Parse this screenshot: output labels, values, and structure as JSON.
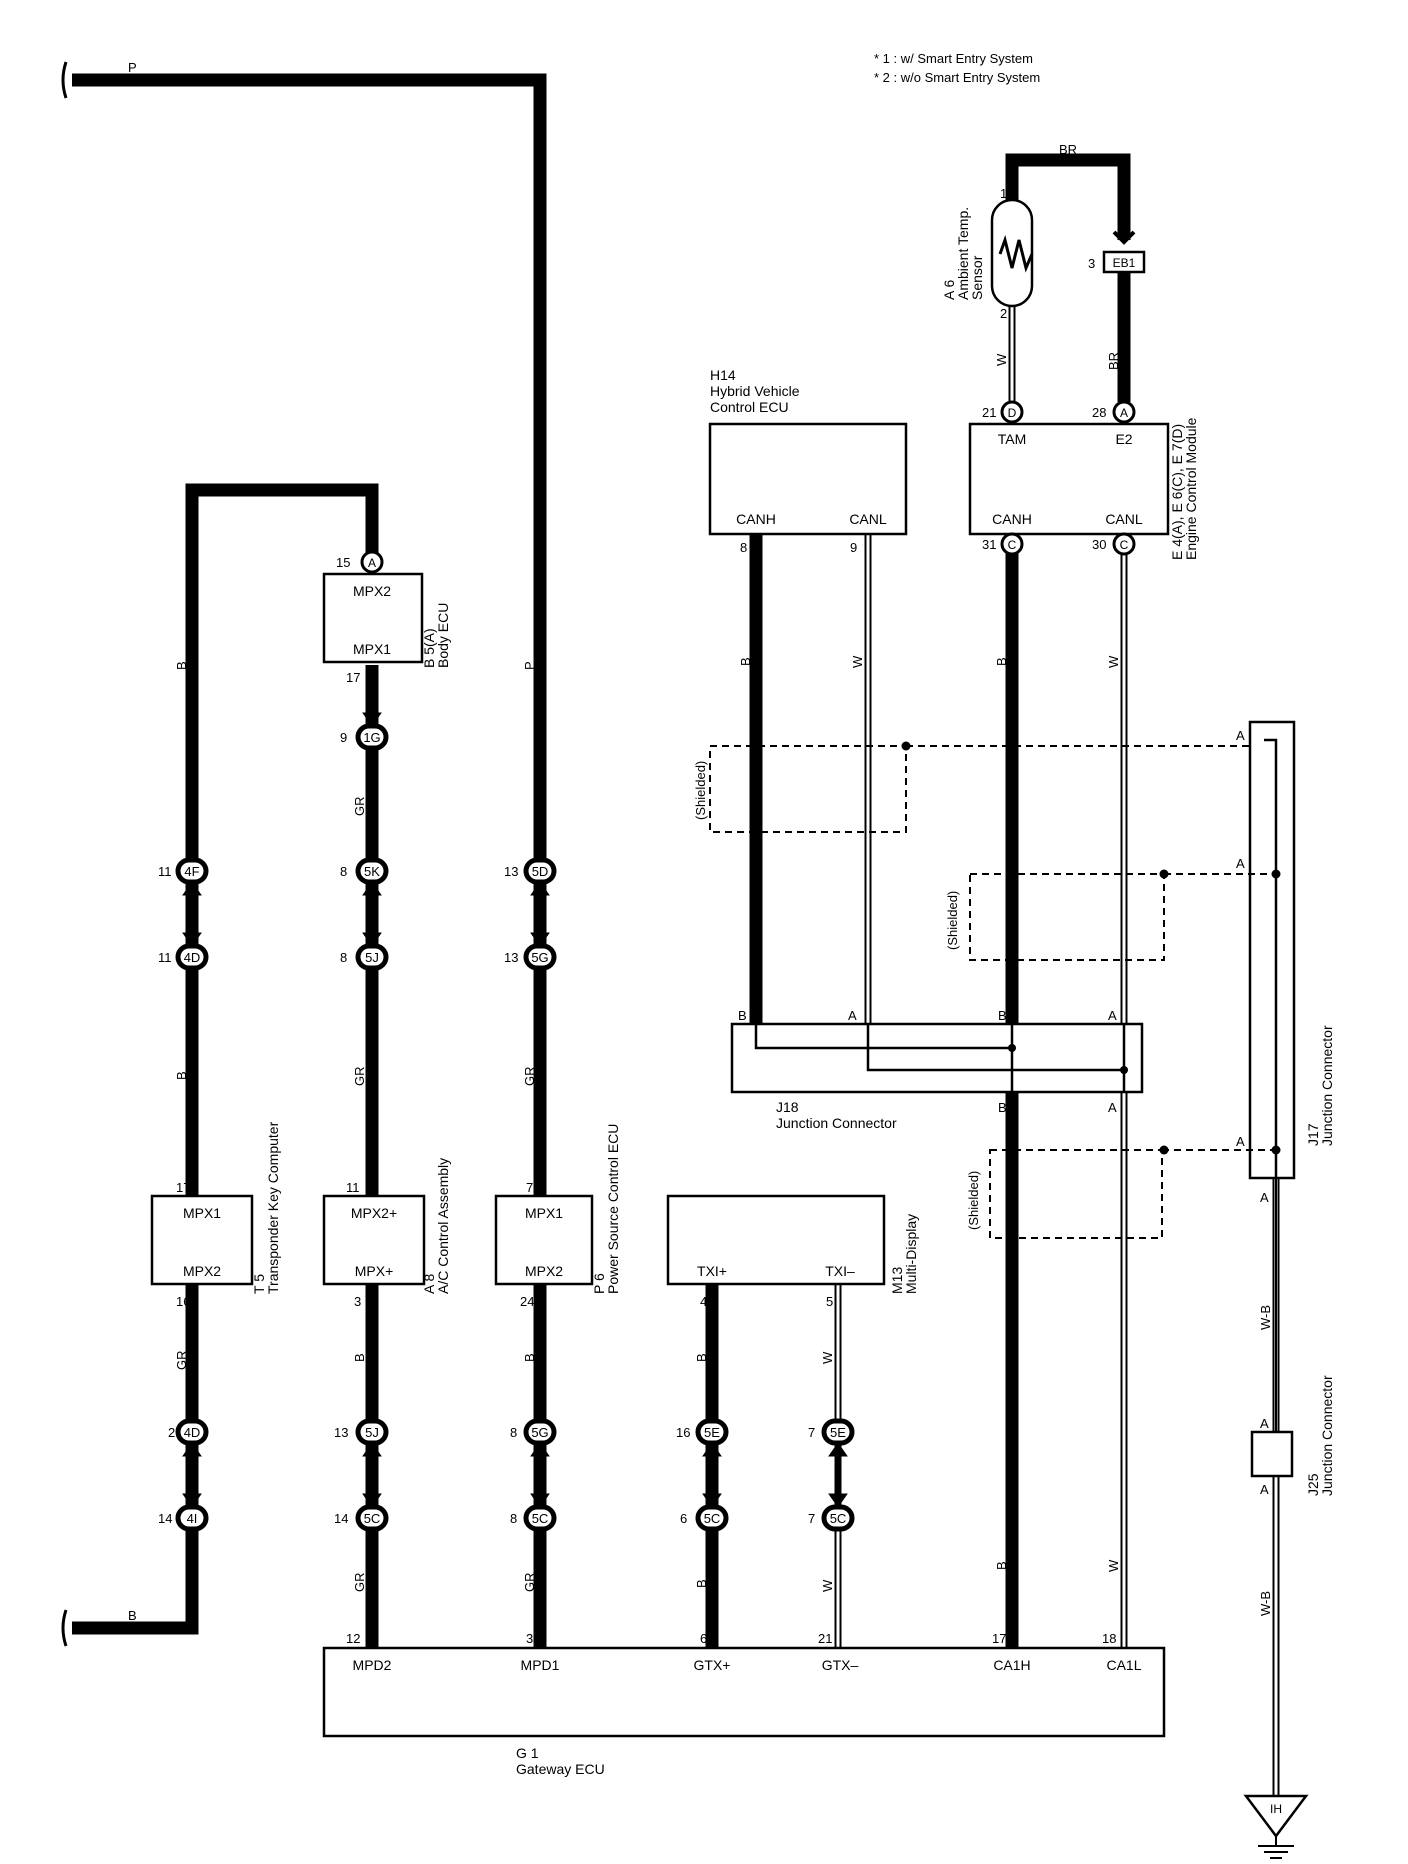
{
  "notes": [
    "* 1 : w/ Smart Entry System",
    "* 2 : w/o Smart Entry System"
  ],
  "components": {
    "t5": {
      "name": "T 5",
      "desc": "Transponder Key Computer",
      "pins": [
        "MPX1",
        "MPX2"
      ]
    },
    "a8": {
      "name": "A 8",
      "desc": "A/C Control Assembly",
      "pins": [
        "MPX2+",
        "MPX+"
      ]
    },
    "p6": {
      "name": "P 6",
      "desc": "Power Source Control ECU",
      "pins": [
        "MPX1",
        "MPX2"
      ]
    },
    "m13": {
      "name": "M13",
      "desc": "Multi-Display",
      "pins": [
        "TXI+",
        "TXI–"
      ]
    },
    "b5": {
      "name": "B 5(A)",
      "desc": "Body ECU",
      "pins": [
        "MPX2",
        "MPX1"
      ]
    },
    "h14": {
      "name": "H14",
      "desc1": "Hybrid Vehicle",
      "desc2": "Control ECU",
      "pins": [
        "CANH",
        "CANL"
      ]
    },
    "ecm": {
      "name": "E 4(A), E 6(C), E 7(D)",
      "desc": "Engine Control Module",
      "pins": [
        "TAM",
        "E2",
        "CANH",
        "CANL"
      ]
    },
    "a6": {
      "name": "A 6",
      "desc1": "Ambient Temp.",
      "desc2": "Sensor"
    },
    "g1": {
      "name": "G 1",
      "desc": "Gateway ECU",
      "pins": [
        "MPD2",
        "MPD1",
        "GTX+",
        "GTX–",
        "CA1H",
        "CA1L"
      ]
    },
    "j18": {
      "name": "J18",
      "desc": "Junction Connector"
    },
    "j17": {
      "name": "J17",
      "desc": "Junction Connector"
    },
    "j25": {
      "name": "J25",
      "desc": "Junction Connector"
    },
    "eb1": "EB1",
    "ground": "IH"
  },
  "wire_colors": {
    "P": "P",
    "B": "B",
    "GR": "GR",
    "W": "W",
    "BR": "BR",
    "WB": "W-B"
  },
  "shielded": "(Shielded)",
  "connectors": {
    "c1G": "1G",
    "c4F": "4F",
    "c4D": "4D",
    "c4I": "4I",
    "c5K": "5K",
    "c5J": "5J",
    "c5C": "5C",
    "c5D": "5D",
    "c5G": "5G",
    "c5E": "5E",
    "cA": "A",
    "cB": "B",
    "cC": "C",
    "cD": "D"
  },
  "pin_numbers": {
    "p1": "1",
    "p2": "2",
    "p3": "3",
    "p5": "5",
    "p6": "6",
    "p7": "7",
    "p8": "8",
    "p9": "9",
    "p11": "11",
    "p12": "12",
    "p13": "13",
    "p14": "14",
    "p15": "15",
    "p16": "16",
    "p17": "17",
    "p18": "18",
    "p21": "21",
    "p24": "24",
    "p28": "28",
    "p30": "30",
    "p31": "31"
  }
}
